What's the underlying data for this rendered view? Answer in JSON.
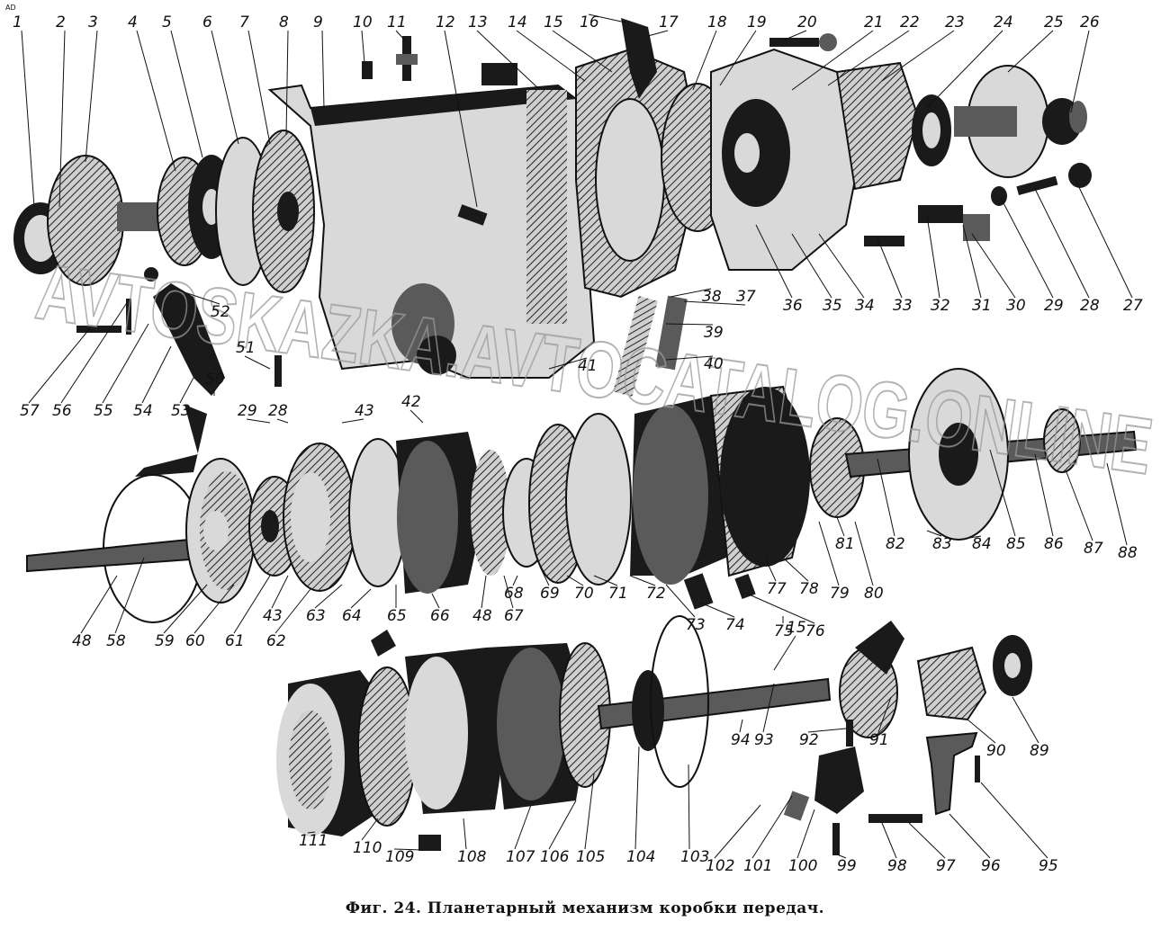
{
  "corner_mark": "AD",
  "caption": "Фиг. 24. Планетарный механизм коробки передач.",
  "watermark": "AVTOSKAZKA.AVTOCATALOG.ONLINE",
  "parts": [
    {
      "n": "1"
    },
    {
      "n": "2"
    },
    {
      "n": "3"
    },
    {
      "n": "4"
    },
    {
      "n": "5"
    },
    {
      "n": "6"
    },
    {
      "n": "7"
    },
    {
      "n": "8"
    },
    {
      "n": "9"
    },
    {
      "n": "10"
    },
    {
      "n": "11"
    },
    {
      "n": "12"
    },
    {
      "n": "13"
    },
    {
      "n": "14"
    },
    {
      "n": "15"
    },
    {
      "n": "16"
    },
    {
      "n": "17"
    },
    {
      "n": "18"
    },
    {
      "n": "19"
    },
    {
      "n": "20"
    },
    {
      "n": "21"
    },
    {
      "n": "22"
    },
    {
      "n": "23"
    },
    {
      "n": "24"
    },
    {
      "n": "25"
    },
    {
      "n": "26"
    },
    {
      "n": "27"
    },
    {
      "n": "28"
    },
    {
      "n": "29"
    },
    {
      "n": "30"
    },
    {
      "n": "31"
    },
    {
      "n": "32"
    },
    {
      "n": "33"
    },
    {
      "n": "34"
    },
    {
      "n": "35"
    },
    {
      "n": "36"
    },
    {
      "n": "37"
    },
    {
      "n": "38"
    },
    {
      "n": "39"
    },
    {
      "n": "40"
    },
    {
      "n": "41"
    },
    {
      "n": "57"
    },
    {
      "n": "56"
    },
    {
      "n": "55"
    },
    {
      "n": "54"
    },
    {
      "n": "53"
    },
    {
      "n": "52"
    },
    {
      "n": "51"
    },
    {
      "n": "50"
    },
    {
      "n": "29"
    },
    {
      "n": "28"
    },
    {
      "n": "43"
    },
    {
      "n": "42"
    },
    {
      "n": "48"
    },
    {
      "n": "58"
    },
    {
      "n": "59"
    },
    {
      "n": "60"
    },
    {
      "n": "61"
    },
    {
      "n": "43"
    },
    {
      "n": "62"
    },
    {
      "n": "63"
    },
    {
      "n": "64"
    },
    {
      "n": "65"
    },
    {
      "n": "66"
    },
    {
      "n": "48"
    },
    {
      "n": "67"
    },
    {
      "n": "68"
    },
    {
      "n": "69"
    },
    {
      "n": "70"
    },
    {
      "n": "71"
    },
    {
      "n": "72"
    },
    {
      "n": "73"
    },
    {
      "n": "74"
    },
    {
      "n": "75"
    },
    {
      "n": "76"
    },
    {
      "n": "77"
    },
    {
      "n": "78"
    },
    {
      "n": "79"
    },
    {
      "n": "80"
    },
    {
      "n": "81"
    },
    {
      "n": "82"
    },
    {
      "n": "83"
    },
    {
      "n": "84"
    },
    {
      "n": "85"
    },
    {
      "n": "86"
    },
    {
      "n": "87"
    },
    {
      "n": "88"
    },
    {
      "n": "89"
    },
    {
      "n": "90"
    },
    {
      "n": "91"
    },
    {
      "n": "92"
    },
    {
      "n": "93"
    },
    {
      "n": "94"
    },
    {
      "n": "15"
    },
    {
      "n": "95"
    },
    {
      "n": "96"
    },
    {
      "n": "97"
    },
    {
      "n": "98"
    },
    {
      "n": "99"
    },
    {
      "n": "100"
    },
    {
      "n": "101"
    },
    {
      "n": "102"
    },
    {
      "n": "103"
    },
    {
      "n": "104"
    },
    {
      "n": "105"
    },
    {
      "n": "106"
    },
    {
      "n": "107"
    },
    {
      "n": "108"
    },
    {
      "n": "109"
    },
    {
      "n": "110"
    },
    {
      "n": "111"
    }
  ]
}
